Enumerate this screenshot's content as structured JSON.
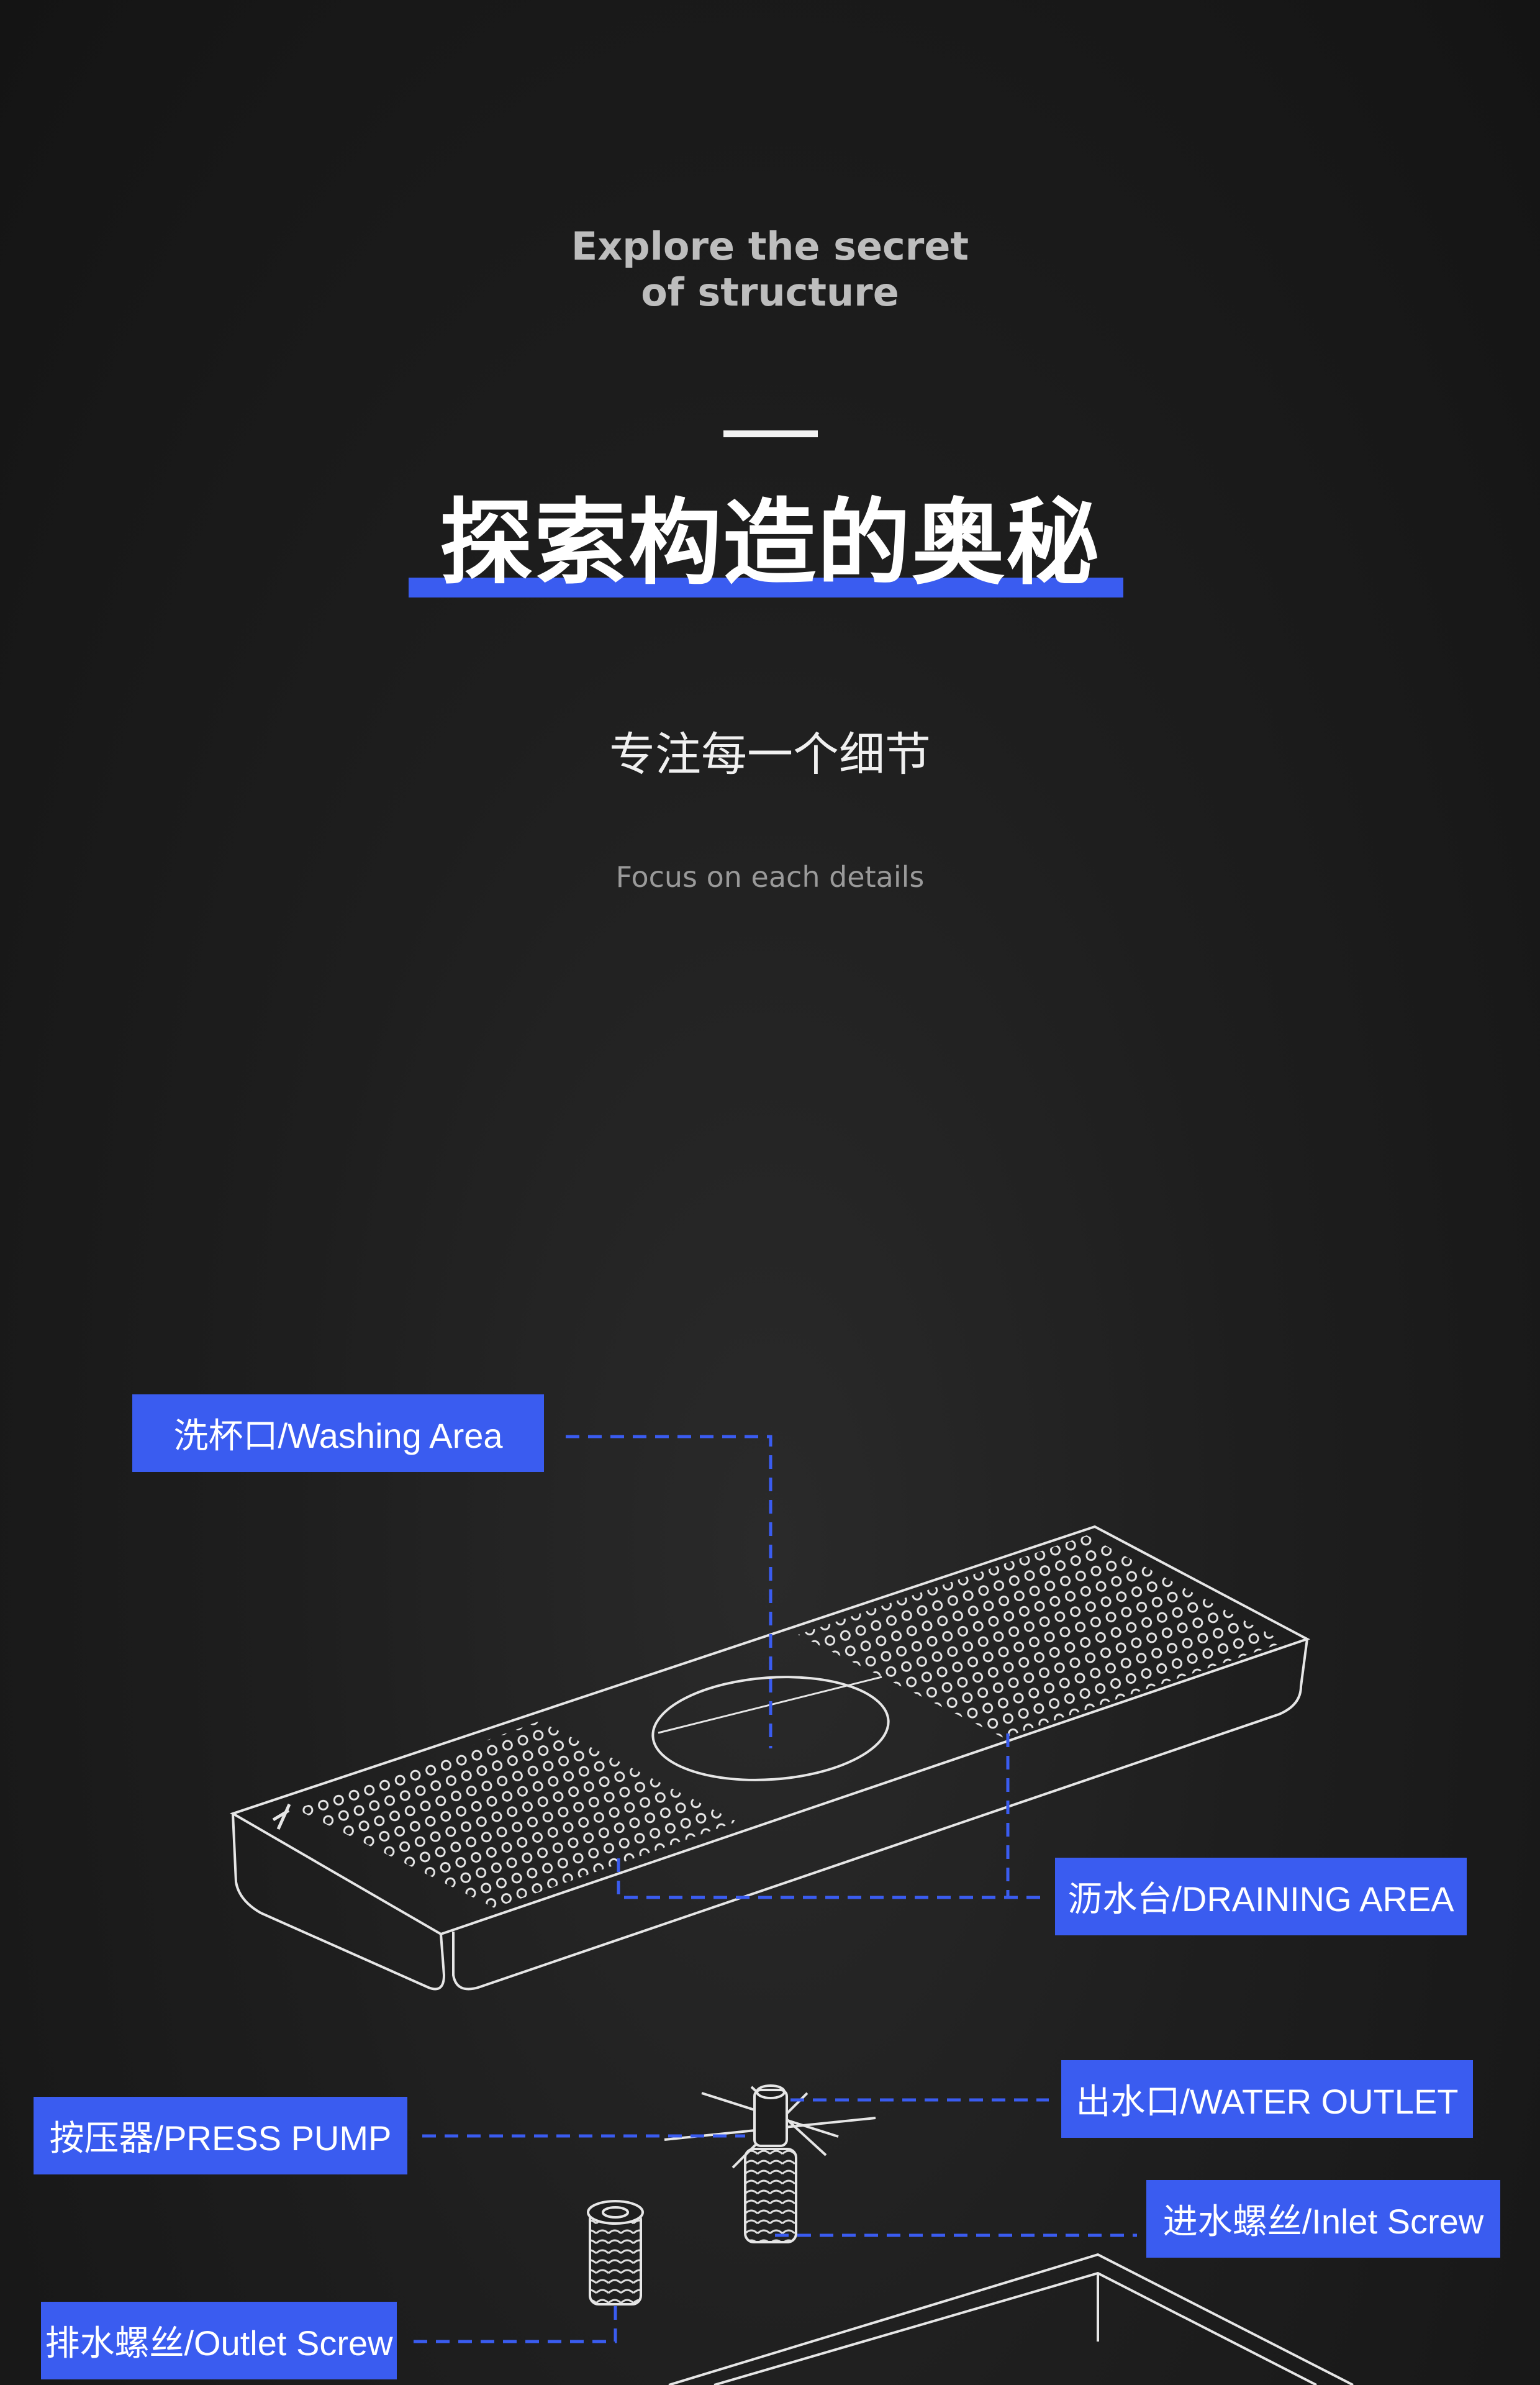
{
  "header": {
    "en_title_line1": "Explore the secret",
    "en_title_line2": "of structure",
    "cn_title": "探索构造的奥秘",
    "cn_subtitle": "专注每一个细节",
    "en_subtitle": "Focus on each details"
  },
  "labels": {
    "washing_area": "洗杯口/Washing Area",
    "draining_area": "沥水台/DRAINING AREA",
    "water_outlet": "出水口/WATER OUTLET",
    "press_pump": "按压器/PRESS PUMP",
    "inlet_screw": "进水螺丝/Inlet Screw",
    "outlet_screw": "排水螺丝/Outlet Screw"
  },
  "colors": {
    "accent": "#3a5cf0",
    "background": "#1c1c1c",
    "line": "#e6e6e6"
  }
}
